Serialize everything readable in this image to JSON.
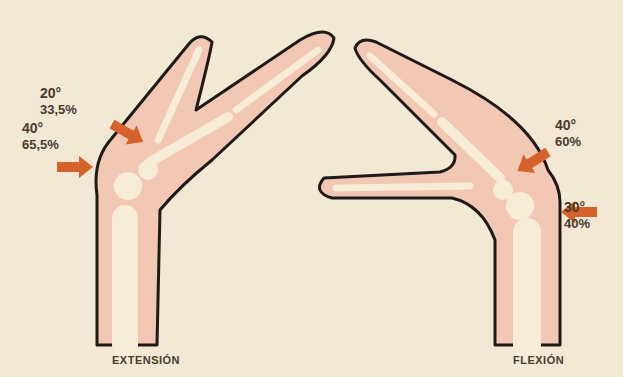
{
  "diagram": {
    "labels": [
      "20°",
      "33,5%",
      "40°",
      "65,5%",
      "40°",
      "60%",
      "30°",
      "40%",
      "EXTENSIÓN",
      "FLEXIÓN"
    ]
  }
}
